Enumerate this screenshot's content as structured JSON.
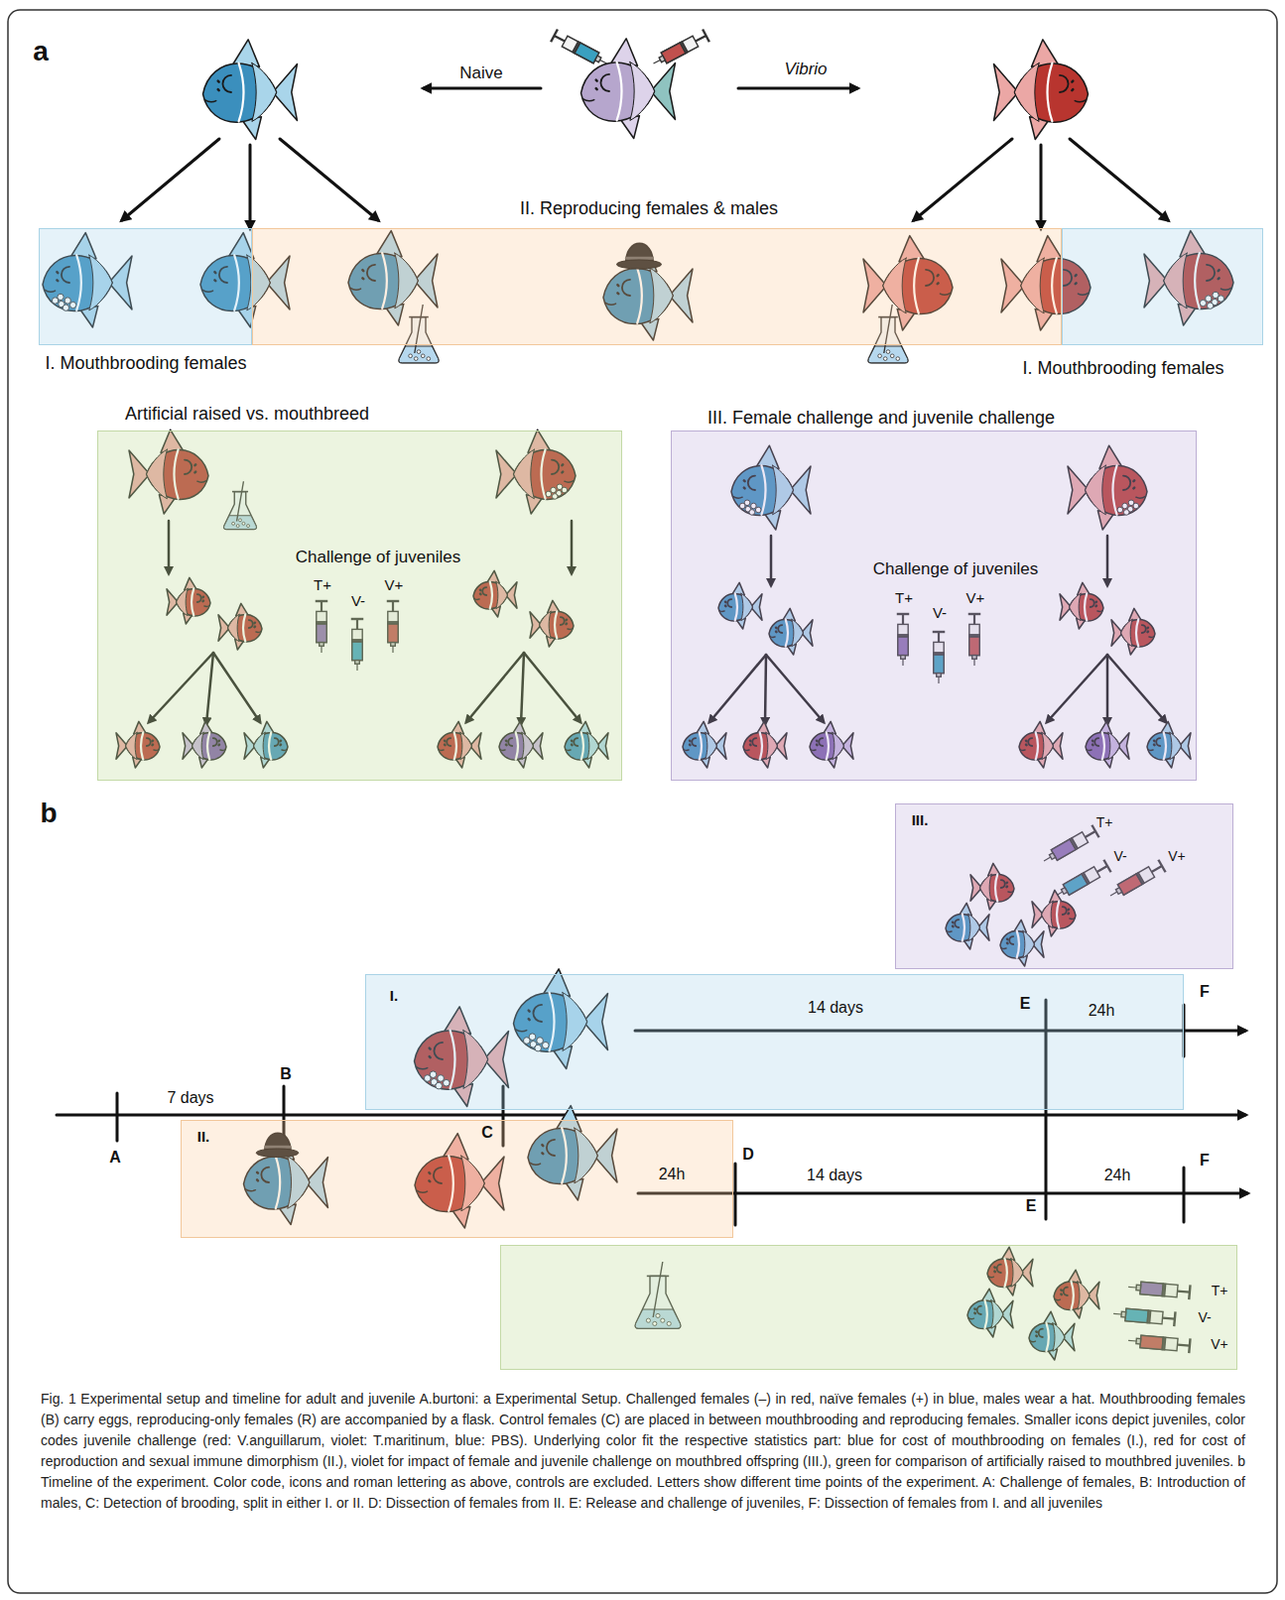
{
  "diagram": {
    "caption": "Fig. 1 Experimental setup and timeline for adult and juvenile A.burtoni: a Experimental Setup. Challenged females (–) in red, naïve females (+) in blue, males wear a hat. Mouthbrooding females (B) carry eggs, reproducing-only females (R) are accompanied by a flask. Control females (C) are placed in between mouthbrooding and reproducing females. Smaller icons depict juveniles, color codes juvenile challenge (red: V.anguillarum, violet: T.maritinum, blue: PBS). Underlying color fit the respective statistics part: blue for cost of mouthbrooding on females (I.), red for cost of reproduction and sexual immune dimorphism (II.), violet for impact of female and juvenile challenge on mouthbred offspring (III.), green for comparison of artificially raised to mouthbred juveniles. b Timeline of the experiment. Color code, icons and roman lettering as above, controls are excluded. Letters show different time points of the experiment. A: Challenge of females, B: Introduction of males, C: Detection of brooding, split in either I. or II. D: Dissection of females from II. E: Release and challenge of juveniles, F: Dissection of females from I. and all juveniles",
    "nodes": [
      {
        "text": [
          "I. Mouthbrooding females"
        ]
      },
      {
        "text": [
          "II. Reproducing females & males"
        ]
      },
      {
        "text": [
          "I. Mouthbrooding females"
        ]
      },
      {
        "text": [
          "Artificial raised vs. mouthbreed",
          "Challenge of juveniles",
          "T+",
          "V-",
          "V+"
        ]
      },
      {
        "text": [
          "III. Female challenge and juvenile challenge",
          "Challenge of juveniles",
          "T+",
          "V-",
          "V+"
        ]
      },
      {
        "text": [
          "III.",
          "T+",
          "V-",
          "V+"
        ]
      },
      {
        "text": [
          "I.",
          "14 days",
          "E",
          "24h"
        ]
      },
      {
        "text": [
          "II.",
          "24h"
        ]
      },
      {
        "text": [
          "T+",
          "V-",
          "V+"
        ]
      }
    ],
    "labels": [
      "a",
      "Naive",
      "Vibrio",
      "b",
      "F",
      "B",
      "7 days",
      "C",
      "D",
      "A",
      "14 days",
      "24h",
      "F",
      "E"
    ]
  }
}
